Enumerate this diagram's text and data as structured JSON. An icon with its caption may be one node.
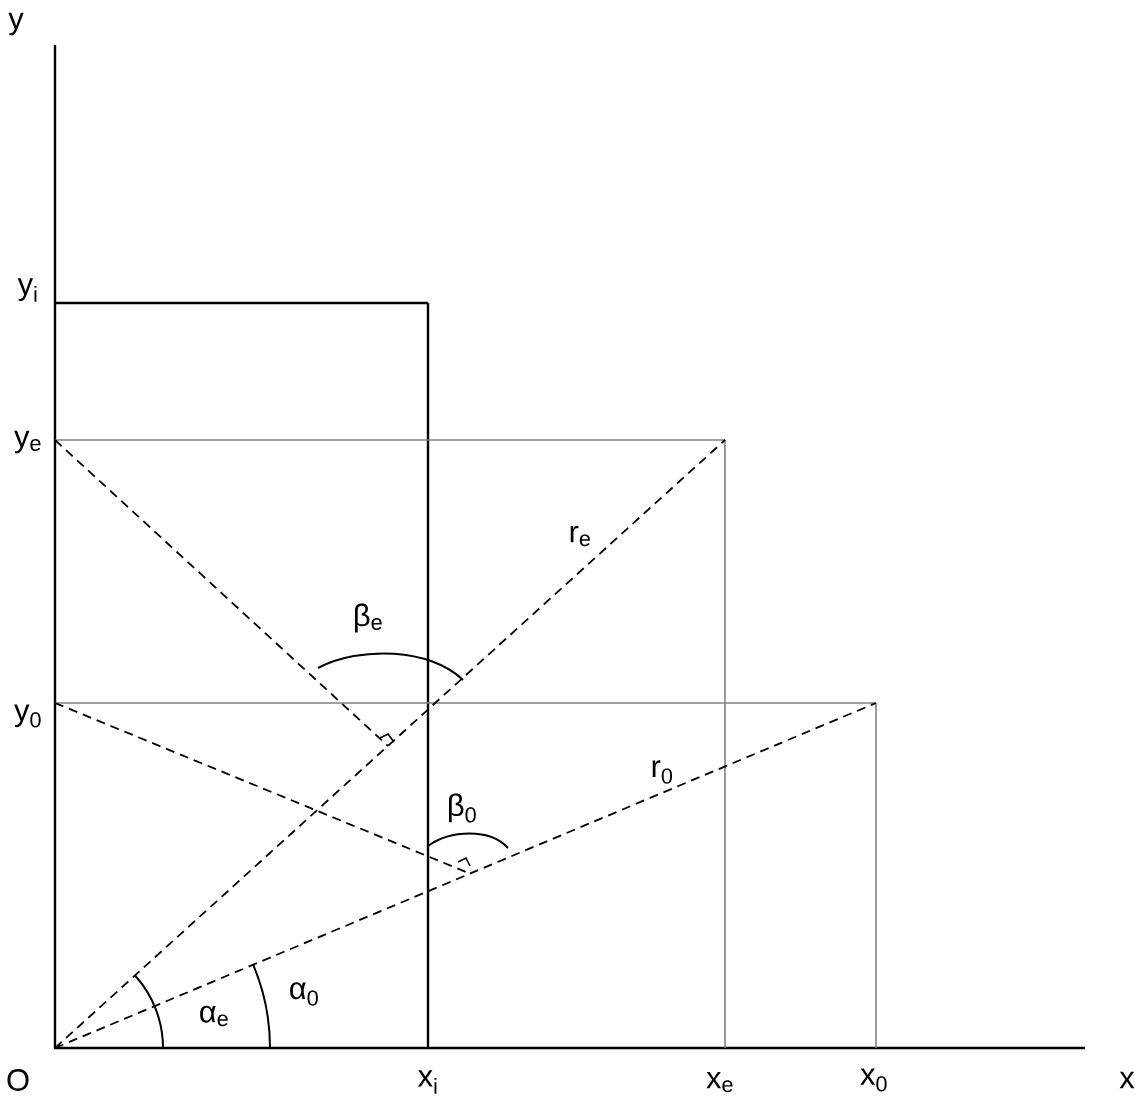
{
  "diagram": {
    "labels": [
      "y",
      "y$_{i}$",
      "y$_{e}$",
      "r$_{e}$",
      "β$_{e}$",
      "y$_{0}$",
      "r$_{0}$",
      "β$_{0}$",
      "α$_{0}$",
      "α$_{e}$",
      "O",
      "x$_{i}$",
      "x$_{e}$",
      "x$_{0}$",
      "x"
    ]
  }
}
